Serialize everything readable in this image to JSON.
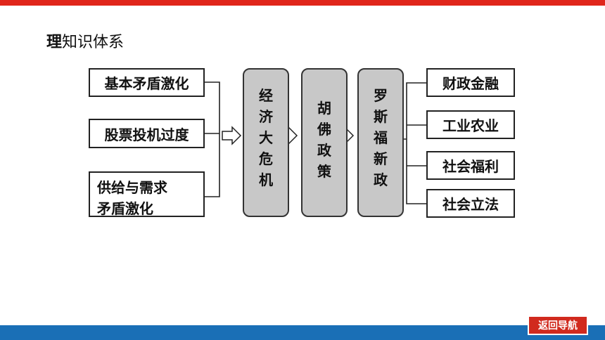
{
  "title": {
    "first": "理",
    "rest": "知识体系"
  },
  "causes": [
    "基本矛盾激化",
    "股票投机过度",
    "供给与需求",
    "矛盾激化"
  ],
  "stages": [
    [
      "经",
      "济",
      "大",
      "危",
      "机"
    ],
    [
      "胡",
      "佛",
      "政",
      "策"
    ],
    [
      "罗",
      "斯",
      "福",
      "新",
      "政"
    ]
  ],
  "results": [
    "财政金融",
    "工业农业",
    "社会福利",
    "社会立法"
  ],
  "nav": {
    "back_label": "返回导航"
  },
  "colors": {
    "top_bar": "#e0261b",
    "bottom_bar": "#1a6fb6",
    "stage_fill": "#c8c8c8",
    "nav_button": "#d12a1e"
  }
}
